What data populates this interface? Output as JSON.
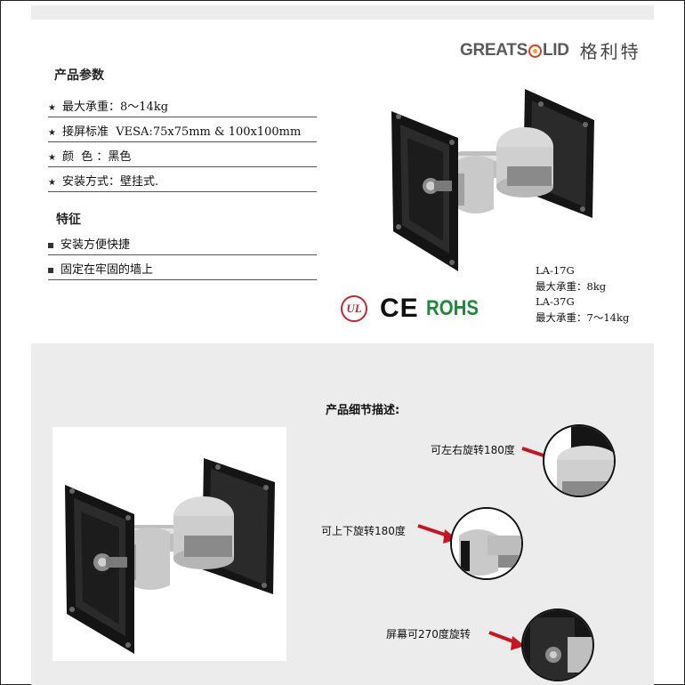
{
  "brand": {
    "logo_pre": "GREATS",
    "logo_post": "LID",
    "cn_name": "格利特"
  },
  "params": {
    "title": "产品参数",
    "items": [
      "最大承重：8～14kg",
      "接屏标准  VESA:75x75mm & 100x100mm",
      "颜  色 ：黑色",
      "安装方式：壁挂式."
    ]
  },
  "features": {
    "title": "特征",
    "items": [
      "安装方便快捷",
      "固定在牢固的墙上"
    ]
  },
  "model_notes": [
    "LA-17G",
    "最大承重：8kg",
    "LA-37G",
    "最大承重：7～14kg"
  ],
  "certs": {
    "ul": "UL",
    "ce": "CE",
    "rohs": "ROHS"
  },
  "detail": {
    "title": "产品细节描述:",
    "callouts": [
      "可左右旋转180度",
      "可上下旋转180度",
      "屏幕可270度旋转"
    ]
  },
  "colors": {
    "background": "#ffffff",
    "panel_gray": "#ececec",
    "arrow_red": "#c8141e",
    "rohs_green": "#1f8a3c",
    "ul_red": "#c7262b"
  },
  "icons": {
    "bullet": "star-icon",
    "feature_bullet": "square-bullet-icon"
  }
}
